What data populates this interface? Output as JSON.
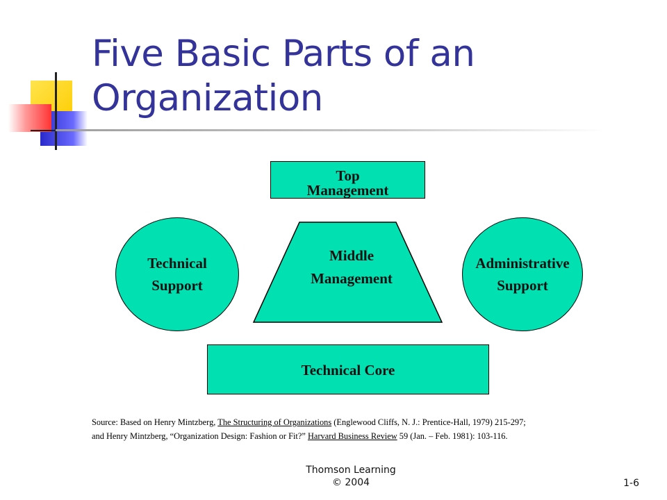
{
  "slide": {
    "title_line1": "Five Basic Parts of an",
    "title_line2": "Organization"
  },
  "diagram": {
    "top_line1": "Top",
    "top_line2": "Management",
    "middle_line1": "Middle",
    "middle_line2": "Management",
    "left_line1": "Technical",
    "left_line2": "Support",
    "right_line1": "Administrative",
    "right_line2": "Support",
    "bottom": "Technical Core",
    "shape_fill": "#00e0b0"
  },
  "source": {
    "prefix": "Source:  Based on Henry Mintzberg, ",
    "book_title": "The Structuring of Organizations",
    "book_detail": " (Englewood Cliffs, N. J.: Prentice-Hall,  1979) 215-297;",
    "line2_prefix": "and Henry Mintzberg, “Organization Design:  Fashion or Fit?”  ",
    "journal": "Harvard Business Review",
    "journal_detail": " 59 (Jan. – Feb. 1981):  103-116."
  },
  "footer": {
    "publisher_line1": "Thomson Learning",
    "publisher_line2": "© 2004",
    "slide_number": "1-6"
  },
  "colors": {
    "title": "#333399",
    "deco_yellow": "#ffd700",
    "deco_blue": "#3333cc",
    "deco_red": "#ff3333"
  }
}
